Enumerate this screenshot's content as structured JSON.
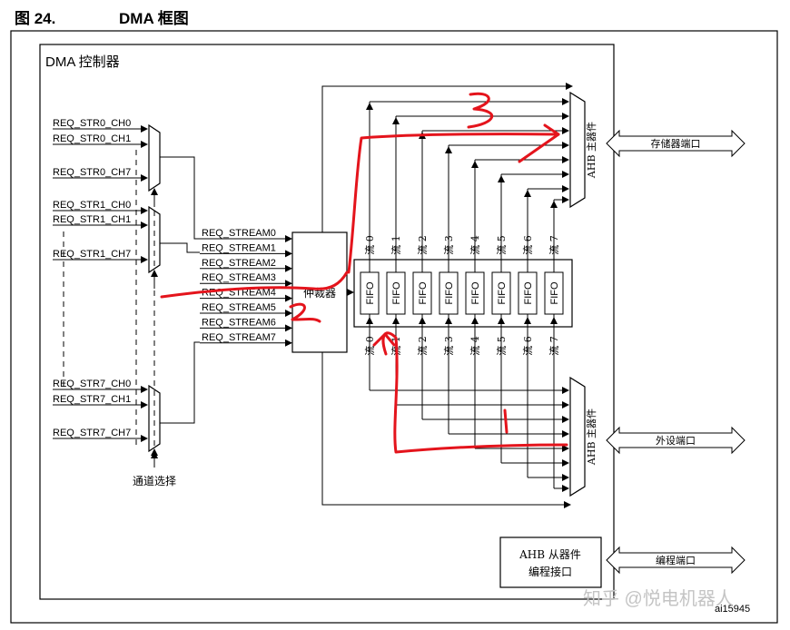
{
  "figure": {
    "number": "图 24.",
    "title": "DMA 框图"
  },
  "controller_label": "DMA 控制器",
  "request_groups": [
    {
      "lines": [
        "REQ_STR0_CH0",
        "REQ_STR0_CH1",
        "REQ_STR0_CH7"
      ]
    },
    {
      "lines": [
        "REQ_STR1_CH0",
        "REQ_STR1_CH1",
        "REQ_STR1_CH7"
      ]
    },
    {
      "lines": [
        "REQ_STR7_CH0",
        "REQ_STR7_CH1",
        "REQ_STR7_CH7"
      ]
    }
  ],
  "channel_select_label": "通道选择",
  "streams": [
    "REQ_STREAM0",
    "REQ_STREAM1",
    "REQ_STREAM2",
    "REQ_STREAM3",
    "REQ_STREAM4",
    "REQ_STREAM5",
    "REQ_STREAM6",
    "REQ_STREAM7"
  ],
  "arbiter_label": "仲裁器",
  "stream_labels": [
    "流 0",
    "流 1",
    "流 2",
    "流 3",
    "流 4",
    "流 5",
    "流 6",
    "流 7"
  ],
  "fifo_label": "FIFO",
  "ahb_master_label": "AHB 主器件",
  "ports": {
    "memory": "存储器端口",
    "peripheral": "外设端口",
    "programming": "编程端口"
  },
  "ahb_slave": {
    "line1": "AHB 从器件",
    "line2": "编程接口"
  },
  "doc_code": "ai15945",
  "watermark": "知乎 @悦电机器人",
  "colors": {
    "annotation": "#e4141c",
    "line": "#000000"
  }
}
